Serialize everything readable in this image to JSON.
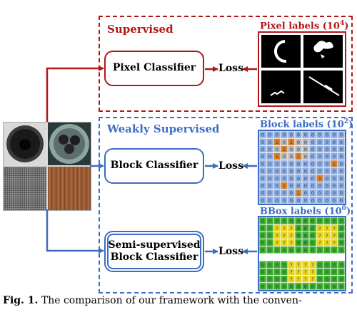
{
  "supervised": {
    "title": "Supervised",
    "classifier": "Pixel Classifier",
    "loss": "Loss",
    "labels_title": "Pixel labels (10",
    "labels_exp": "4",
    "labels_close": ")"
  },
  "weakly": {
    "title": "Weakly Supervised",
    "block": {
      "classifier": "Block Classifier",
      "loss": "Loss",
      "labels_title": "Block labels (10",
      "labels_exp": "2",
      "labels_close": ")"
    },
    "semi": {
      "classifier_line1": "Semi-supervised",
      "classifier_line2": "Block Classifier",
      "loss": "Loss",
      "labels_title": "BBox labels (10",
      "labels_exp": "0",
      "labels_close": ")"
    }
  },
  "caption": {
    "prefix": "Fig. 1.",
    "text": "The comparison of our framework with the conven-"
  },
  "colors": {
    "supervised": "#b01818",
    "weak": "#3d6cc4",
    "block_grid": "#6a8fd0",
    "bbox_green": "#3cae2c",
    "bbox_yellow": "#e8d51a",
    "label_orange": "#d9822b"
  }
}
